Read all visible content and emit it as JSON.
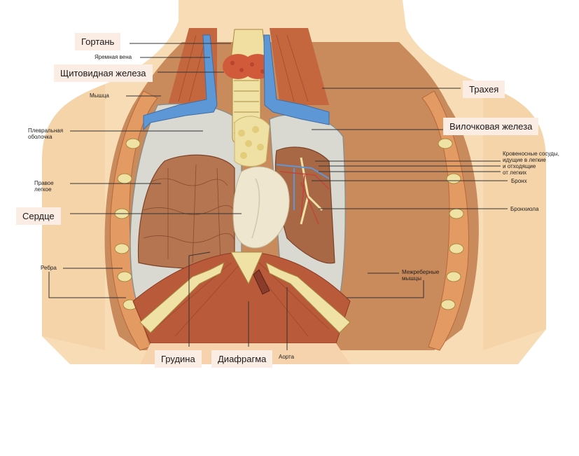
{
  "labels_boxed": {
    "larynx": "Гортань",
    "thyroid": "Щитовидная железа",
    "trachea": "Трахея",
    "thymus": "Вилочковая железа",
    "heart": "Сердце",
    "sternum": "Грудина",
    "diaphragm": "Диафрагма"
  },
  "labels_small": {
    "jugular_vein": "Яремная вена",
    "muscle": "Мышца",
    "pleura": "Плевральная\nоболочка",
    "right_lung": "Правое\nлегкое",
    "ribs": "Ребра",
    "vessels": "Кровеносные сосуды,\nидущие в легкие\nи отходящие\nот легких",
    "bronchus": "Бронх",
    "bronchiole": "Бронхиола",
    "intercostal": "Межреберные\nмышцы",
    "aorta": "Аорта"
  },
  "colors": {
    "skin": "#f8dcb6",
    "skin_shadow": "#eec28e",
    "muscle": "#c97a4f",
    "lung": "#b67551",
    "pleura": "#d9d9d2",
    "bone": "#f0e2a5",
    "vein": "#5e97d6",
    "leader": "#333333"
  }
}
